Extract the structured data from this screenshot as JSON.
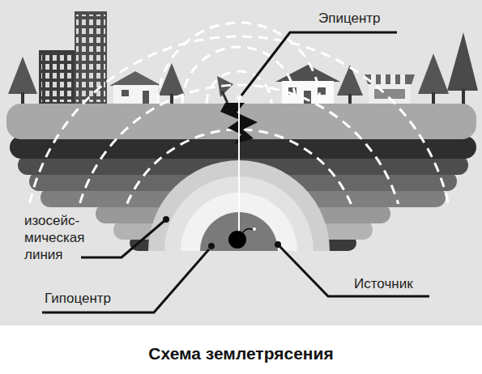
{
  "diagram": {
    "caption": "Схема землетрясения",
    "labels": [
      "Эпицентр",
      "изосейс- мическая линия",
      "Гипоцентр",
      "Источник"
    ]
  }
}
